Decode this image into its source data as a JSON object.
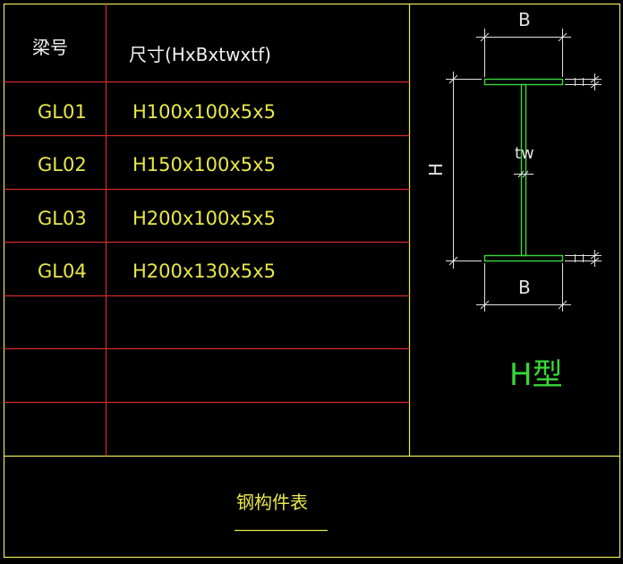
{
  "colors": {
    "background": "#000000",
    "frame": "#e8e85a",
    "grid": "#d42a2a",
    "text_yellow": "#e8e84a",
    "text_white": "#f2f2f2",
    "section": "#3ad63a",
    "dim": "#e2e2e2"
  },
  "table": {
    "header": {
      "col1": "梁号",
      "col2": "尺寸(HxBxtwxtf)"
    },
    "rows": [
      {
        "id": "GL01",
        "size": "H100x100x5x5"
      },
      {
        "id": "GL02",
        "size": "H150x100x5x5"
      },
      {
        "id": "GL03",
        "size": "H200x100x5x5"
      },
      {
        "id": "GL04",
        "size": "H200x130x5x5"
      },
      {
        "id": "",
        "size": ""
      },
      {
        "id": "",
        "size": ""
      },
      {
        "id": "",
        "size": ""
      }
    ],
    "title": "钢构件表"
  },
  "section_diagram": {
    "label_top_width": "B",
    "label_bottom_width": "B",
    "label_height": "H",
    "label_web": "tw",
    "section_type": "H型"
  }
}
